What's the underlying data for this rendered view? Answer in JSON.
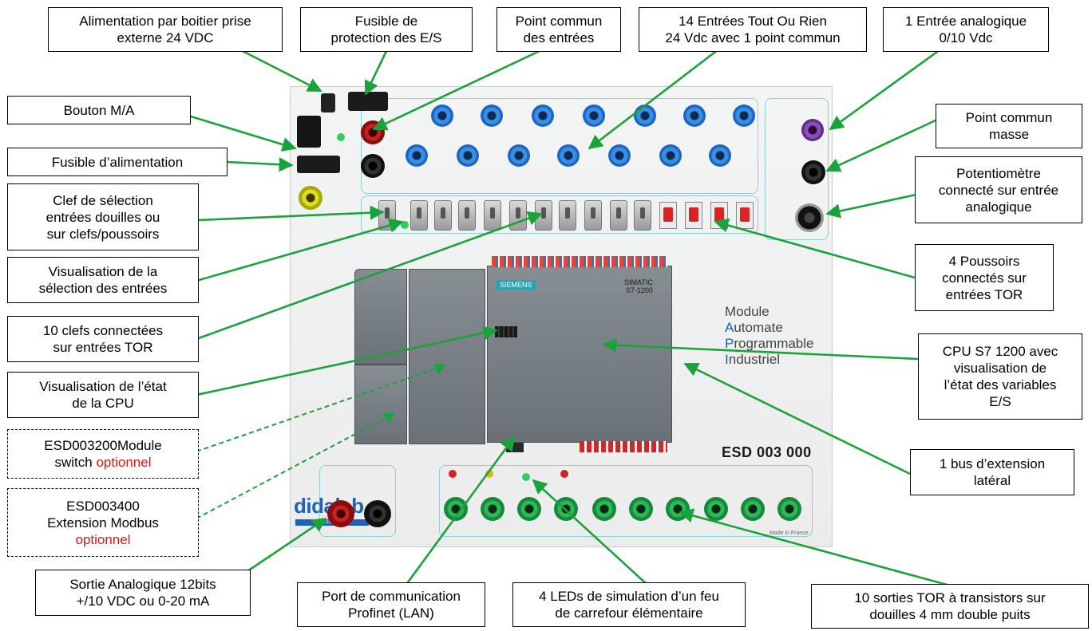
{
  "labels": {
    "alimentation": "Alimentation par boitier prise\nexterne 24 VDC",
    "fusible_protection": "Fusible de\nprotection des E/S",
    "point_commun_entrees": "Point commun\ndes entrées",
    "entrees_tor": "14 Entrées Tout Ou Rien\n24 Vdc avec 1 point commun",
    "entree_analogique": "1 Entrée analogique\n0/10 Vdc",
    "bouton_ma": "Bouton M/A",
    "fusible_alimentation": "Fusible d’alimentation",
    "clef_selection": "Clef de sélection\nentrées douilles ou\nsur clefs/poussoirs",
    "visualisation_selection": "Visualisation de la\nsélection des entrées",
    "clefs_connectees": "10 clefs connectées\nsur entrées TOR",
    "visualisation_cpu": "Visualisation de l’état\nde la CPU",
    "module_switch_main": "ESD003200Module\nswitch ",
    "module_switch_opt": "optionnel",
    "extension_modbus_main": "ESD003400\nExtension Modbus\n",
    "extension_modbus_opt": "optionnel",
    "sortie_analogique": "Sortie Analogique 12bits\n+/10 VDC ou 0-20 mA",
    "port_profinet": "Port de communication\nProfinet (LAN)",
    "leds_feu": "4 LEDs de simulation d’un feu\nde carrefour élémentaire",
    "sorties_tor": "10 sorties TOR à transistors sur\ndouilles 4 mm double puits",
    "point_commun_masse": "Point commun\nmasse",
    "potentiometre": "Potentiomètre\nconnecté sur entrée\nanalogique",
    "poussoirs": "4 Poussoirs\nconnectés sur\nentrées TOR",
    "cpu": "CPU S7 1200 avec\nvisualisation de\nl’état des  variables\nE/S",
    "bus_extension": "1 bus d’extension\nlatéral"
  },
  "board": {
    "module_line1": "Module",
    "module_line2_cap": "A",
    "module_line2_rest": "utomate",
    "module_line3_cap": "P",
    "module_line3_rest": "rogrammable",
    "module_line4_cap": "I",
    "module_line4_rest": "ndustriel",
    "brand": "didalab",
    "brand_sub": "GENIE ELECTRIQUE",
    "model": "ESD 003 000",
    "siemens": "SIEMENS",
    "simatic": "SIMATIC\nS7-1200",
    "made_in": "Made in France"
  },
  "colors": {
    "arrow_green": "#1aa33a",
    "optional_red": "#e8120c",
    "panel_cyan": "#8fcfd3"
  }
}
